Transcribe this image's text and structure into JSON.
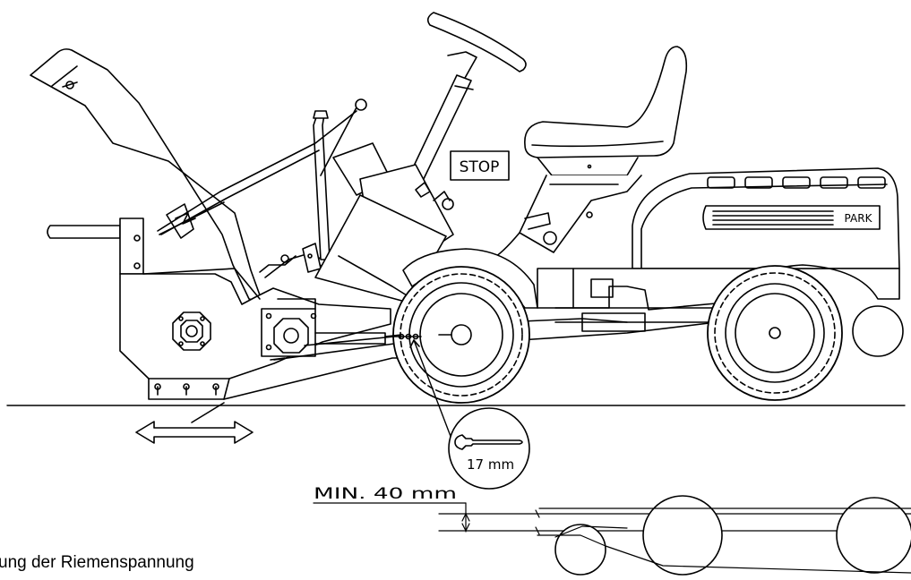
{
  "labels": {
    "stop": "STOP",
    "park": "PARK",
    "wrench_size": "17 mm",
    "min_gap": "MIN. 40 mm",
    "caption": "ung der Riemenspannung"
  },
  "colors": {
    "line": "#000000",
    "background": "#ffffff"
  }
}
